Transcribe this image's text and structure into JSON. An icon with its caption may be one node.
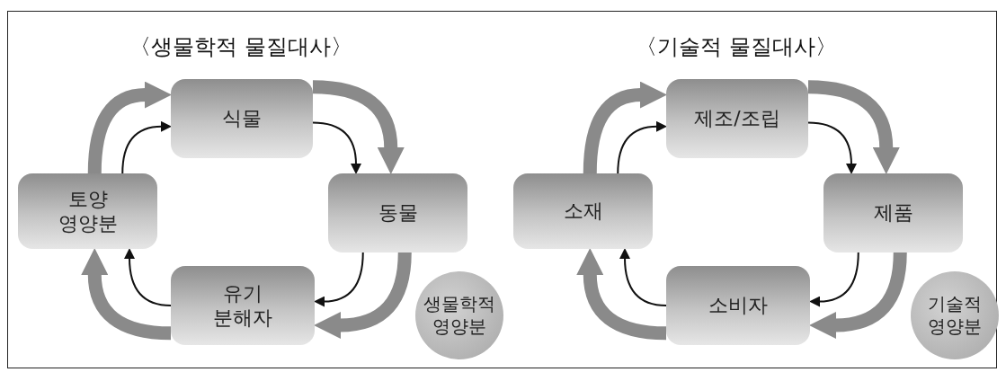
{
  "diagram": {
    "nodes": [
      {
        "text": [
          "식물"
        ]
      },
      {
        "text": [
          "동물"
        ]
      },
      {
        "text": [
          "유기 분해자"
        ]
      },
      {
        "text": [
          "토양 영양분"
        ]
      },
      {
        "text": [
          "생물학적 영양분"
        ]
      },
      {
        "text": [
          "제조/조립"
        ]
      },
      {
        "text": [
          "제품"
        ]
      },
      {
        "text": [
          "소비자"
        ]
      },
      {
        "text": [
          "소재"
        ]
      },
      {
        "text": [
          "기술적 영양분"
        ]
      }
    ],
    "edges": [
      {
        "from": 3,
        "to": 0,
        "arrow": "to"
      },
      {
        "from": 0,
        "to": 1,
        "arrow": "to"
      },
      {
        "from": 1,
        "to": 2,
        "arrow": "to"
      },
      {
        "from": 2,
        "to": 3,
        "arrow": "to"
      },
      {
        "from": 3,
        "to": 0,
        "arrow": "to",
        "style": "thick",
        "color": "#8a8a8a"
      },
      {
        "from": 0,
        "to": 1,
        "arrow": "to",
        "style": "thick",
        "color": "#8a8a8a"
      },
      {
        "from": 1,
        "to": 2,
        "arrow": "to",
        "style": "thick",
        "color": "#8a8a8a"
      },
      {
        "from": 2,
        "to": 3,
        "arrow": "to",
        "style": "thick",
        "color": "#8a8a8a"
      },
      {
        "from": 8,
        "to": 5,
        "arrow": "to"
      },
      {
        "from": 5,
        "to": 6,
        "arrow": "to"
      },
      {
        "from": 6,
        "to": 7,
        "arrow": "to"
      },
      {
        "from": 7,
        "to": 8,
        "arrow": "to"
      },
      {
        "from": 8,
        "to": 5,
        "arrow": "to",
        "style": "thick",
        "color": "#8a8a8a"
      },
      {
        "from": 5,
        "to": 6,
        "arrow": "to",
        "style": "thick",
        "color": "#8a8a8a"
      },
      {
        "from": 6,
        "to": 7,
        "arrow": "to",
        "style": "thick",
        "color": "#8a8a8a"
      },
      {
        "from": 7,
        "to": 8,
        "arrow": "to",
        "style": "thick",
        "color": "#8a8a8a"
      }
    ],
    "labels": [
      "〈생물학적 물질대사〉",
      "〈기술적 물질대사〉"
    ]
  }
}
